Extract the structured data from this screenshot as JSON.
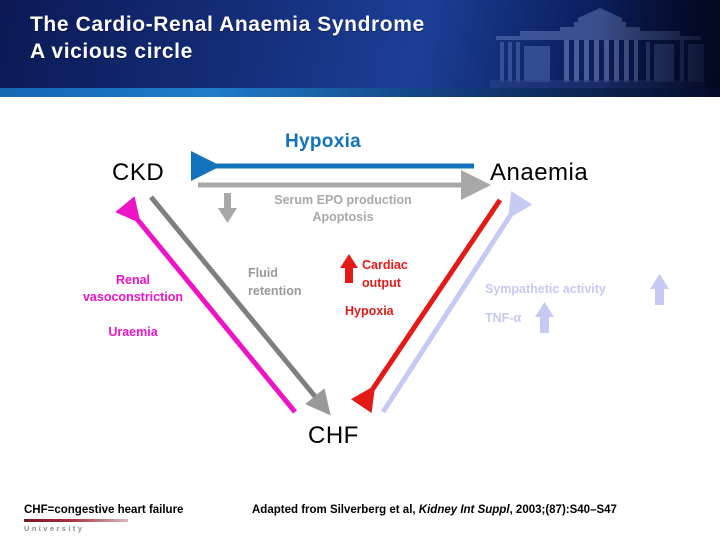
{
  "header": {
    "title_line1": "The Cardio-Renal Anaemia Syndrome",
    "title_line2": "A vicious circle",
    "watermark": "university-building-graphic",
    "bg_color": "#101f5c",
    "accent_color": "#1567b2"
  },
  "diagram": {
    "nodes": {
      "ckd": "CKD",
      "anaemia": "Anaemia",
      "chf": "CHF"
    },
    "edges": {
      "anaemia_to_ckd": {
        "label": "Hypoxia",
        "color": "#1273bc",
        "direction": "right-to-left"
      },
      "ckd_to_anaemia": {
        "label_line1": "Serum EPO production",
        "label_line2": "Apoptosis",
        "color": "#a8a8a8",
        "direction": "left-to-right"
      },
      "chf_to_ckd": {
        "label_line1": "Renal",
        "label_line2": "vasoconstriction",
        "label_line3": "Uraemia",
        "color": "#ed14c8",
        "direction": "up-left"
      },
      "ckd_to_chf": {
        "label_line1": "Fluid",
        "label_line2": "retention",
        "color": "#999999",
        "direction": "down-right"
      },
      "anaemia_to_chf": {
        "label_line1": "Cardiac",
        "label_line2": "output",
        "label_line3": "Hypoxia",
        "color": "#e31a18",
        "direction": "down-left"
      },
      "chf_to_anaemia": {
        "label_line1": "Sympathetic activity",
        "label_line2": "TNF-α",
        "color": "#c6c9f2",
        "direction": "up-right"
      }
    }
  },
  "footer": {
    "abbreviation": "CHF=congestive heart failure",
    "citation_prefix": "Adapted from Silverberg et al, ",
    "citation_journal": "Kidney Int Suppl",
    "citation_suffix": ", 2003;(87):S40–S47",
    "logo_word": "University"
  }
}
